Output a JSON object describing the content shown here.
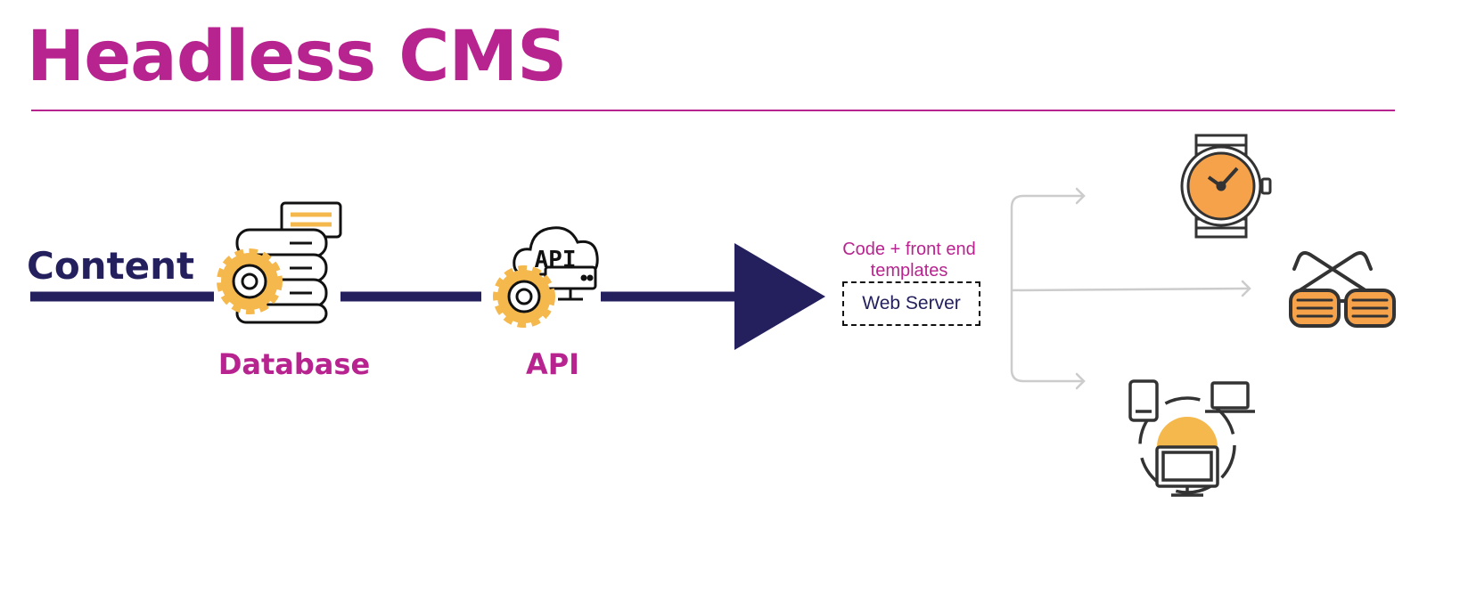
{
  "title": "Headless CMS",
  "nodes": {
    "content": {
      "label": "Content"
    },
    "database": {
      "label": "Database",
      "icon": "database-gear-icon"
    },
    "api": {
      "label": "API",
      "icon": "api-cloud-gear-icon",
      "icon_text": "API"
    },
    "web_server": {
      "caption": "Code + front end templates",
      "box_label": "Web Server"
    }
  },
  "devices": [
    {
      "icon": "smartwatch-icon"
    },
    {
      "icon": "smart-glasses-icon"
    },
    {
      "icon": "multi-device-icon"
    }
  ],
  "colors": {
    "accent": "#b8248f",
    "navy": "#24205e",
    "gear": "#f5b84c",
    "orange": "#f5a24a",
    "connector": "#cccccc"
  }
}
